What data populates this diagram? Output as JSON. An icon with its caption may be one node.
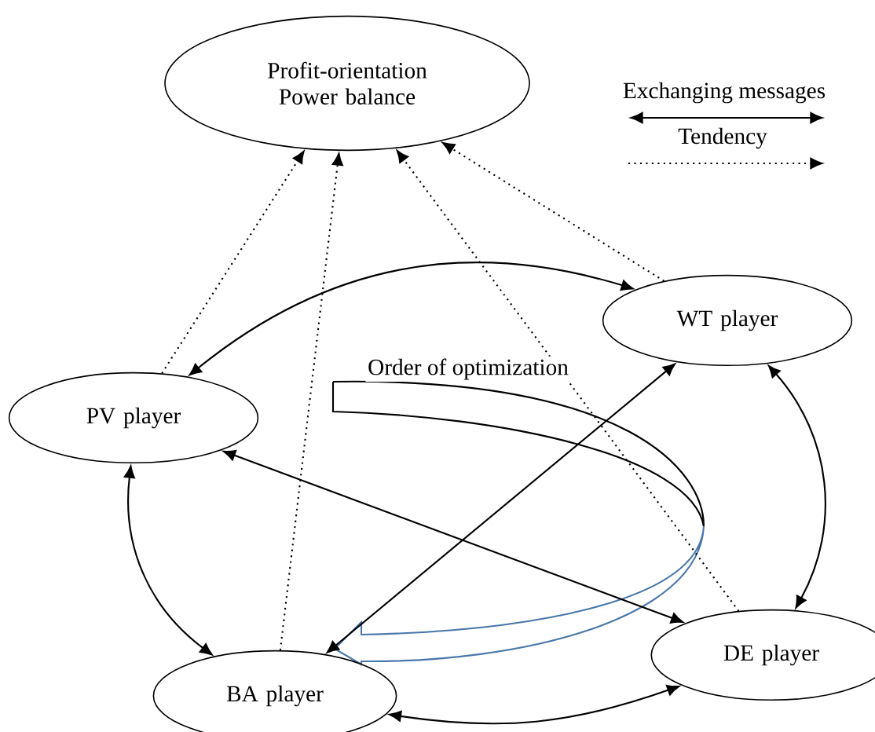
{
  "diagram": {
    "nodes": [
      {
        "text": [
          "Profit-orientation Power balance"
        ]
      },
      {
        "text": [
          "WT player"
        ]
      },
      {
        "text": [
          "PV player"
        ]
      },
      {
        "text": [
          "DE player"
        ]
      },
      {
        "text": [
          "BA player"
        ]
      }
    ],
    "edges": [
      {
        "from": 2,
        "to": 0,
        "arrow": "to",
        "style": "dashed"
      },
      {
        "from": 4,
        "to": 0,
        "arrow": "to",
        "style": "dashed"
      },
      {
        "from": 3,
        "to": 0,
        "arrow": "to",
        "style": "dashed"
      },
      {
        "from": 1,
        "to": 0,
        "arrow": "to",
        "style": "dashed"
      },
      {
        "from": 2,
        "to": 1,
        "arrow": "both"
      },
      {
        "from": 2,
        "to": 4,
        "arrow": "both"
      },
      {
        "from": 2,
        "to": 3,
        "arrow": "both"
      },
      {
        "from": 4,
        "to": 1,
        "arrow": "both"
      },
      {
        "from": 4,
        "to": 3,
        "arrow": "both"
      },
      {
        "from": 1,
        "to": 3,
        "arrow": "both"
      }
    ],
    "labels": [
      "Order of optimization"
    ],
    "legend": [
      {
        "text": "Exchanging messages"
      },
      {
        "text": "Tendency"
      }
    ]
  }
}
